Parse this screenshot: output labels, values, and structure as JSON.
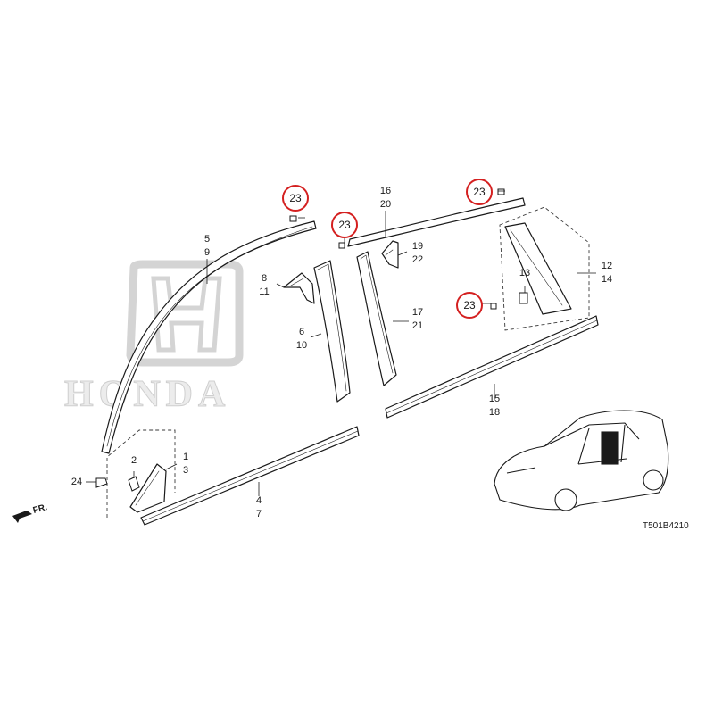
{
  "brand": {
    "watermark": "HONDA"
  },
  "diagram_code": "T501B4210",
  "direction_label": "FR.",
  "highlight_color": "#d42020",
  "callouts": {
    "c1": "1",
    "c3": "3",
    "c2": "2",
    "c24": "24",
    "c4": "4",
    "c7": "7",
    "c5": "5",
    "c9": "9",
    "c8": "8",
    "c11": "11",
    "c6": "6",
    "c10": "10",
    "c16": "16",
    "c20": "20",
    "c19": "19",
    "c22": "22",
    "c17": "17",
    "c21": "21",
    "c13": "13",
    "c12": "12",
    "c14": "14",
    "c15": "15",
    "c18": "18"
  },
  "highlighted": [
    "23",
    "23",
    "23",
    "23"
  ]
}
